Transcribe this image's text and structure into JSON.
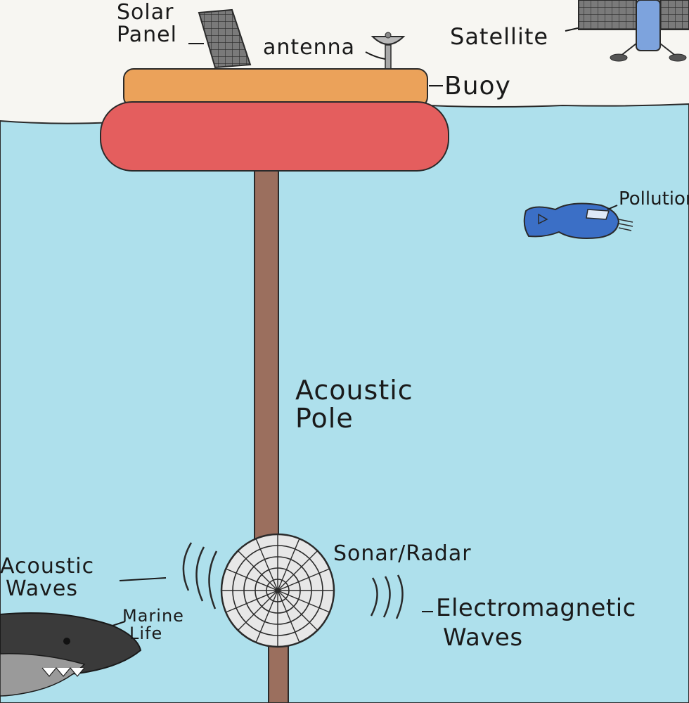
{
  "labels": {
    "solar_panel": [
      "Solar",
      "Panel"
    ],
    "antenna": "antenna",
    "satellite": "Satellite",
    "buoy": "Buoy",
    "pollution": "Pollution",
    "acoustic_pole": [
      "Acoustic",
      "Pole"
    ],
    "sonar_radar": "Sonar/Radar",
    "acoustic_waves": [
      "Acoustic",
      "Waves"
    ],
    "marine_life": [
      "Marine",
      "Life"
    ],
    "electromagnetic_waves": [
      "Electromagnetic",
      "Waves"
    ]
  },
  "colors": {
    "sky": "#f7f6f2",
    "ocean": "#aee0ec",
    "buoy_top": "#eba25a",
    "buoy_float": "#e45e5e",
    "pole": "#9b6f5e",
    "panel": "#6d6d6d",
    "satellite_body": "#7da3dd",
    "pollution": "#3b6fc6",
    "shark": "#3a3a3a"
  }
}
